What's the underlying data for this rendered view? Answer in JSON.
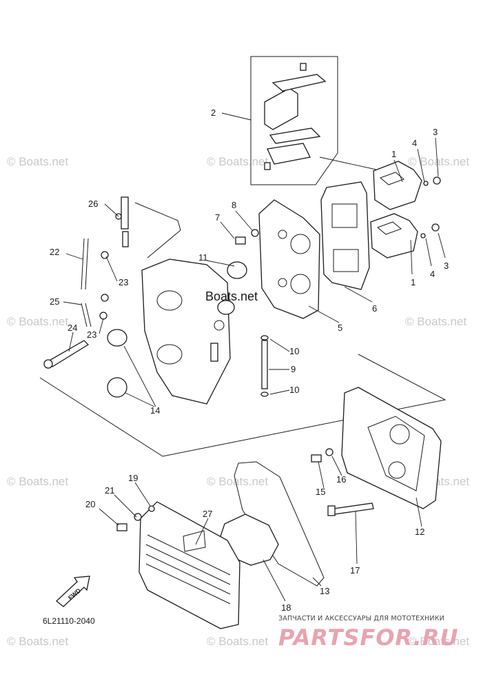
{
  "diagram": {
    "code": "6L21110-2040",
    "center_mark": "Boats.net",
    "watermark": "© Boats.net",
    "fwd_label": "FWD",
    "banner_text": "ЗАПЧАСТИ И АКСЕССУАРЫ ДЛЯ МОТОТЕХНИКИ",
    "banner_logo": "PARTSFOR.RU",
    "callouts": [
      "1",
      "2",
      "3",
      "4",
      "5",
      "6",
      "7",
      "8",
      "9",
      "10",
      "11",
      "12",
      "13",
      "14",
      "15",
      "16",
      "17",
      "18",
      "19",
      "20",
      "21",
      "22",
      "23",
      "24",
      "25",
      "26",
      "27"
    ]
  }
}
